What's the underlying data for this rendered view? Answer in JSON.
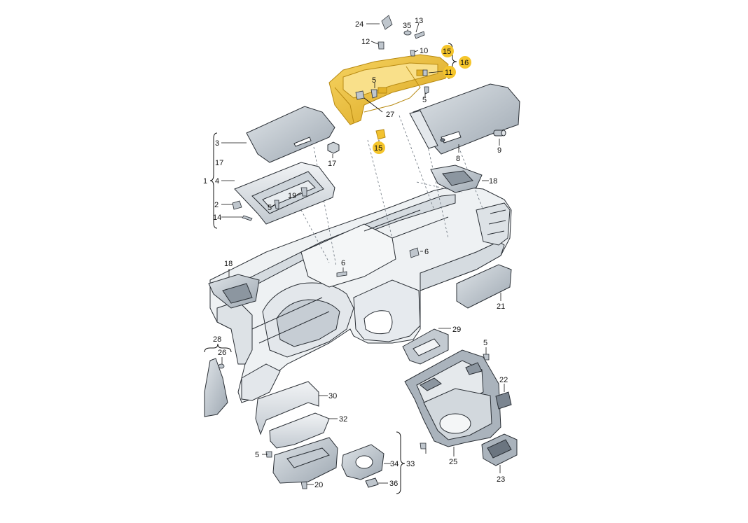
{
  "callouts": {
    "c1": "1",
    "c2": "2",
    "c3": "3",
    "c4": "4",
    "c5a": "5",
    "c5b": "5",
    "c5c": "5",
    "c5d": "5",
    "c5e": "5",
    "c6a": "6",
    "c6b": "6",
    "c8": "8",
    "c9": "9",
    "c10": "10",
    "c11": "11",
    "c12": "12",
    "c13": "13",
    "c14": "14",
    "c15a": "15",
    "c15b": "15",
    "c16": "16",
    "c17a": "17",
    "c17b": "17",
    "c18a": "18",
    "c18b": "18",
    "c19": "19",
    "c20": "20",
    "c21": "21",
    "c22": "22",
    "c23": "23",
    "c24": "24",
    "c25": "25",
    "c26": "26",
    "c27": "27",
    "c28": "28",
    "c29": "29",
    "c30": "30",
    "c32": "32",
    "c33": "33",
    "c34": "34",
    "c35": "35",
    "c36": "36"
  },
  "colors": {
    "part_fill": "#e9ecef",
    "part_dark": "#9aa5b1",
    "part_mid": "#c9d0d6",
    "outline": "#2a2f35",
    "highlight_part": "#f2c230",
    "highlight_edge": "#b88a12",
    "highlight_badge": "#f5c52b"
  },
  "icons": {
    "screw": "screw-icon",
    "clip": "clip-icon",
    "bracket": "bracket-icon"
  }
}
